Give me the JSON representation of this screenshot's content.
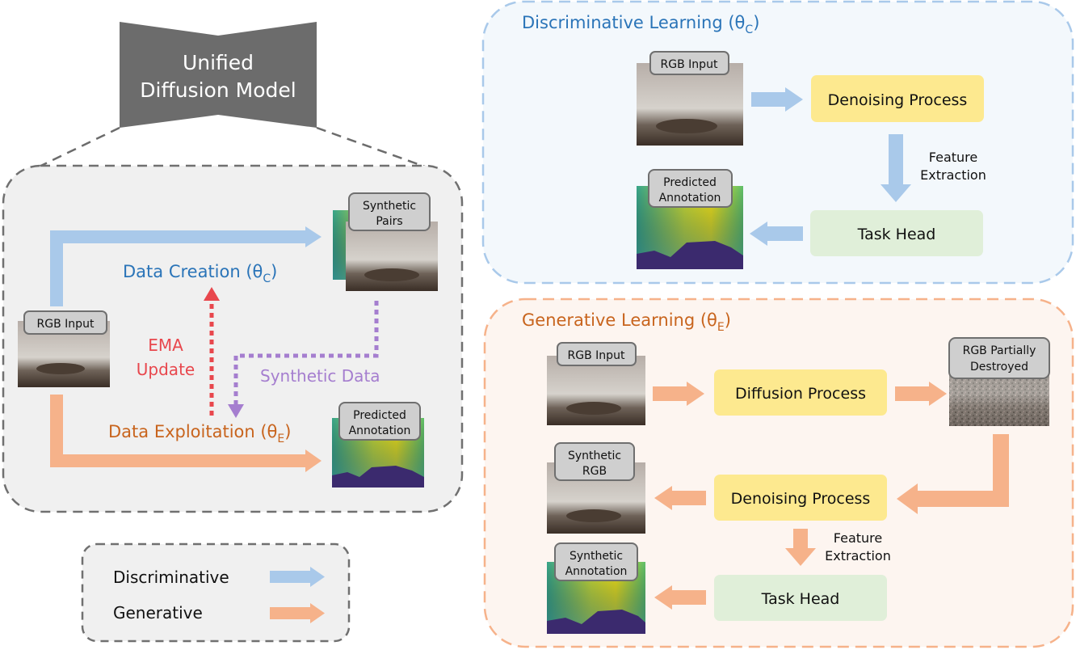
{
  "model": {
    "line1": "Unified",
    "line2": "Diffusion Model"
  },
  "left_panel": {
    "rgb_input": "RGB Input",
    "synthetic_pairs_l1": "Synthetic",
    "synthetic_pairs_l2": "Pairs",
    "predicted_annotation_l1": "Predicted",
    "predicted_annotation_l2": "Annotation",
    "data_creation": "Data Creation (θ",
    "data_creation_sub": "C",
    "data_exploitation": "Data Exploitation (θ",
    "data_exploitation_sub": "E",
    "ema_l1": "EMA",
    "ema_l2": "Update",
    "synthetic_data": "Synthetic Data"
  },
  "legend": {
    "discriminative": "Discriminative",
    "generative": "Generative"
  },
  "disc_panel": {
    "title": "Discriminative Learning (θ",
    "title_sub": "C",
    "rgb_input": "RGB Input",
    "denoising": "Denoising Process",
    "feature_l1": "Feature",
    "feature_l2": "Extraction",
    "task_head": "Task Head",
    "predicted_l1": "Predicted",
    "predicted_l2": "Annotation"
  },
  "gen_panel": {
    "title": "Generative Learning (θ",
    "title_sub": "E",
    "rgb_input": "RGB Input",
    "diffusion": "Diffusion Process",
    "partial_l1": "RGB Partially",
    "partial_l2": "Destroyed",
    "denoising": "Denoising Process",
    "synth_rgb_l1": "Synthetic",
    "synth_rgb_l2": "RGB",
    "feature_l1": "Feature",
    "feature_l2": "Extraction",
    "task_head": "Task Head",
    "synth_ann_l1": "Synthetic",
    "synth_ann_l2": "Annotation"
  },
  "colors": {
    "blue_text": "#2a74b8",
    "orange_text": "#c8641d",
    "red_text": "#e8474d",
    "purple_text": "#a57ecf",
    "blue_arrow": "#a9c9ea",
    "orange_arrow": "#f6b28a",
    "yellow_box": "#fde98f",
    "green_box": "#e0efd9"
  }
}
